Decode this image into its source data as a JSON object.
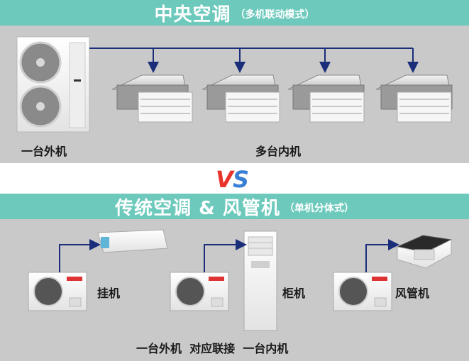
{
  "top_section": {
    "title": "中央空调",
    "subtitle": "（多机联动模式）",
    "outdoor_label": "一台外机",
    "indoor_label": "多台内机"
  },
  "vs_text": "VS",
  "bottom_section": {
    "title": "传统空调 & 风管机",
    "subtitle": "（单机分体式）",
    "unit_labels": [
      "挂机",
      "柜机",
      "风管机"
    ],
    "footer_label": "一台外机  对应联接  一台内机"
  },
  "colors": {
    "banner": "#6cc9bc",
    "panel": "#c9c9c9",
    "pipe": "#1a2e7a",
    "vs_v": "#e8342b",
    "vs_s": "#3a7fd6"
  }
}
